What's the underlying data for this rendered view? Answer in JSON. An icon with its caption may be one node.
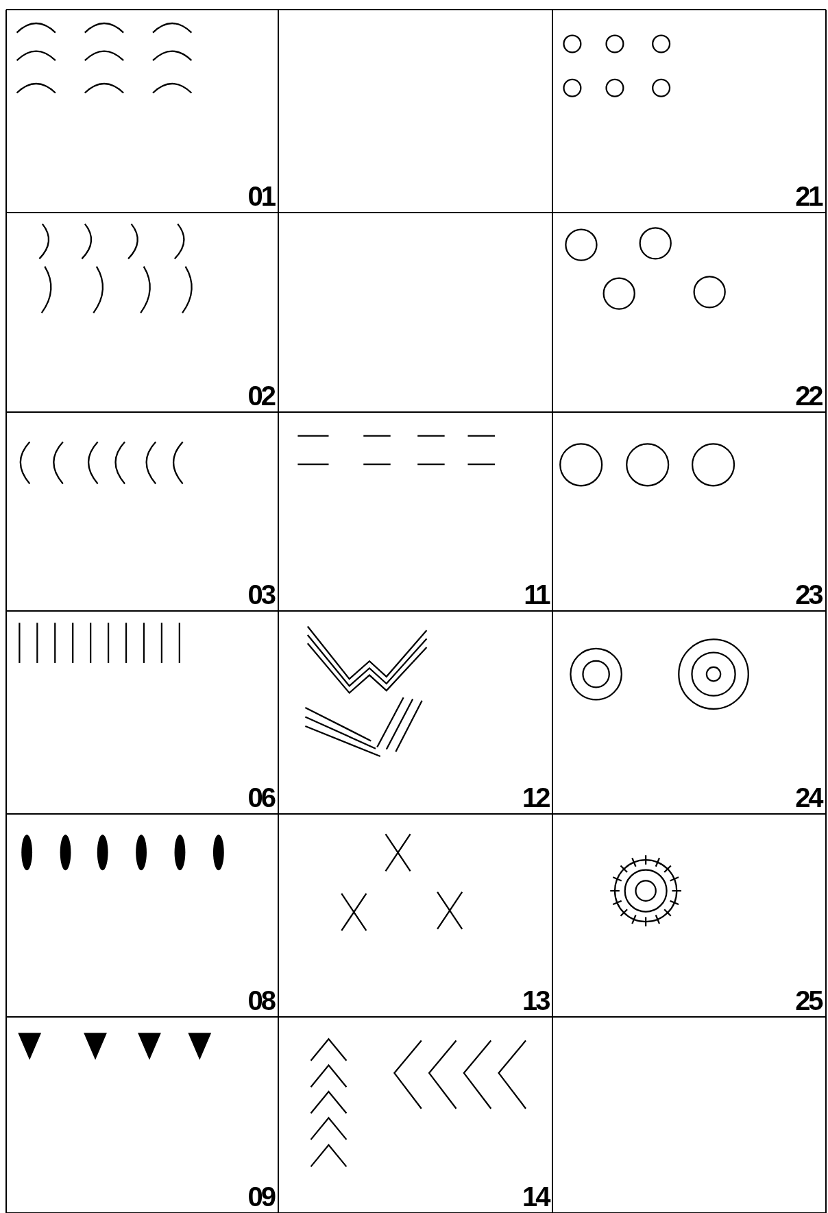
{
  "diagram": {
    "labels": [
      "01",
      "21",
      "02",
      "22",
      "03",
      "11",
      "23",
      "06",
      "12",
      "24",
      "08",
      "13",
      "25",
      "09",
      "14"
    ]
  }
}
